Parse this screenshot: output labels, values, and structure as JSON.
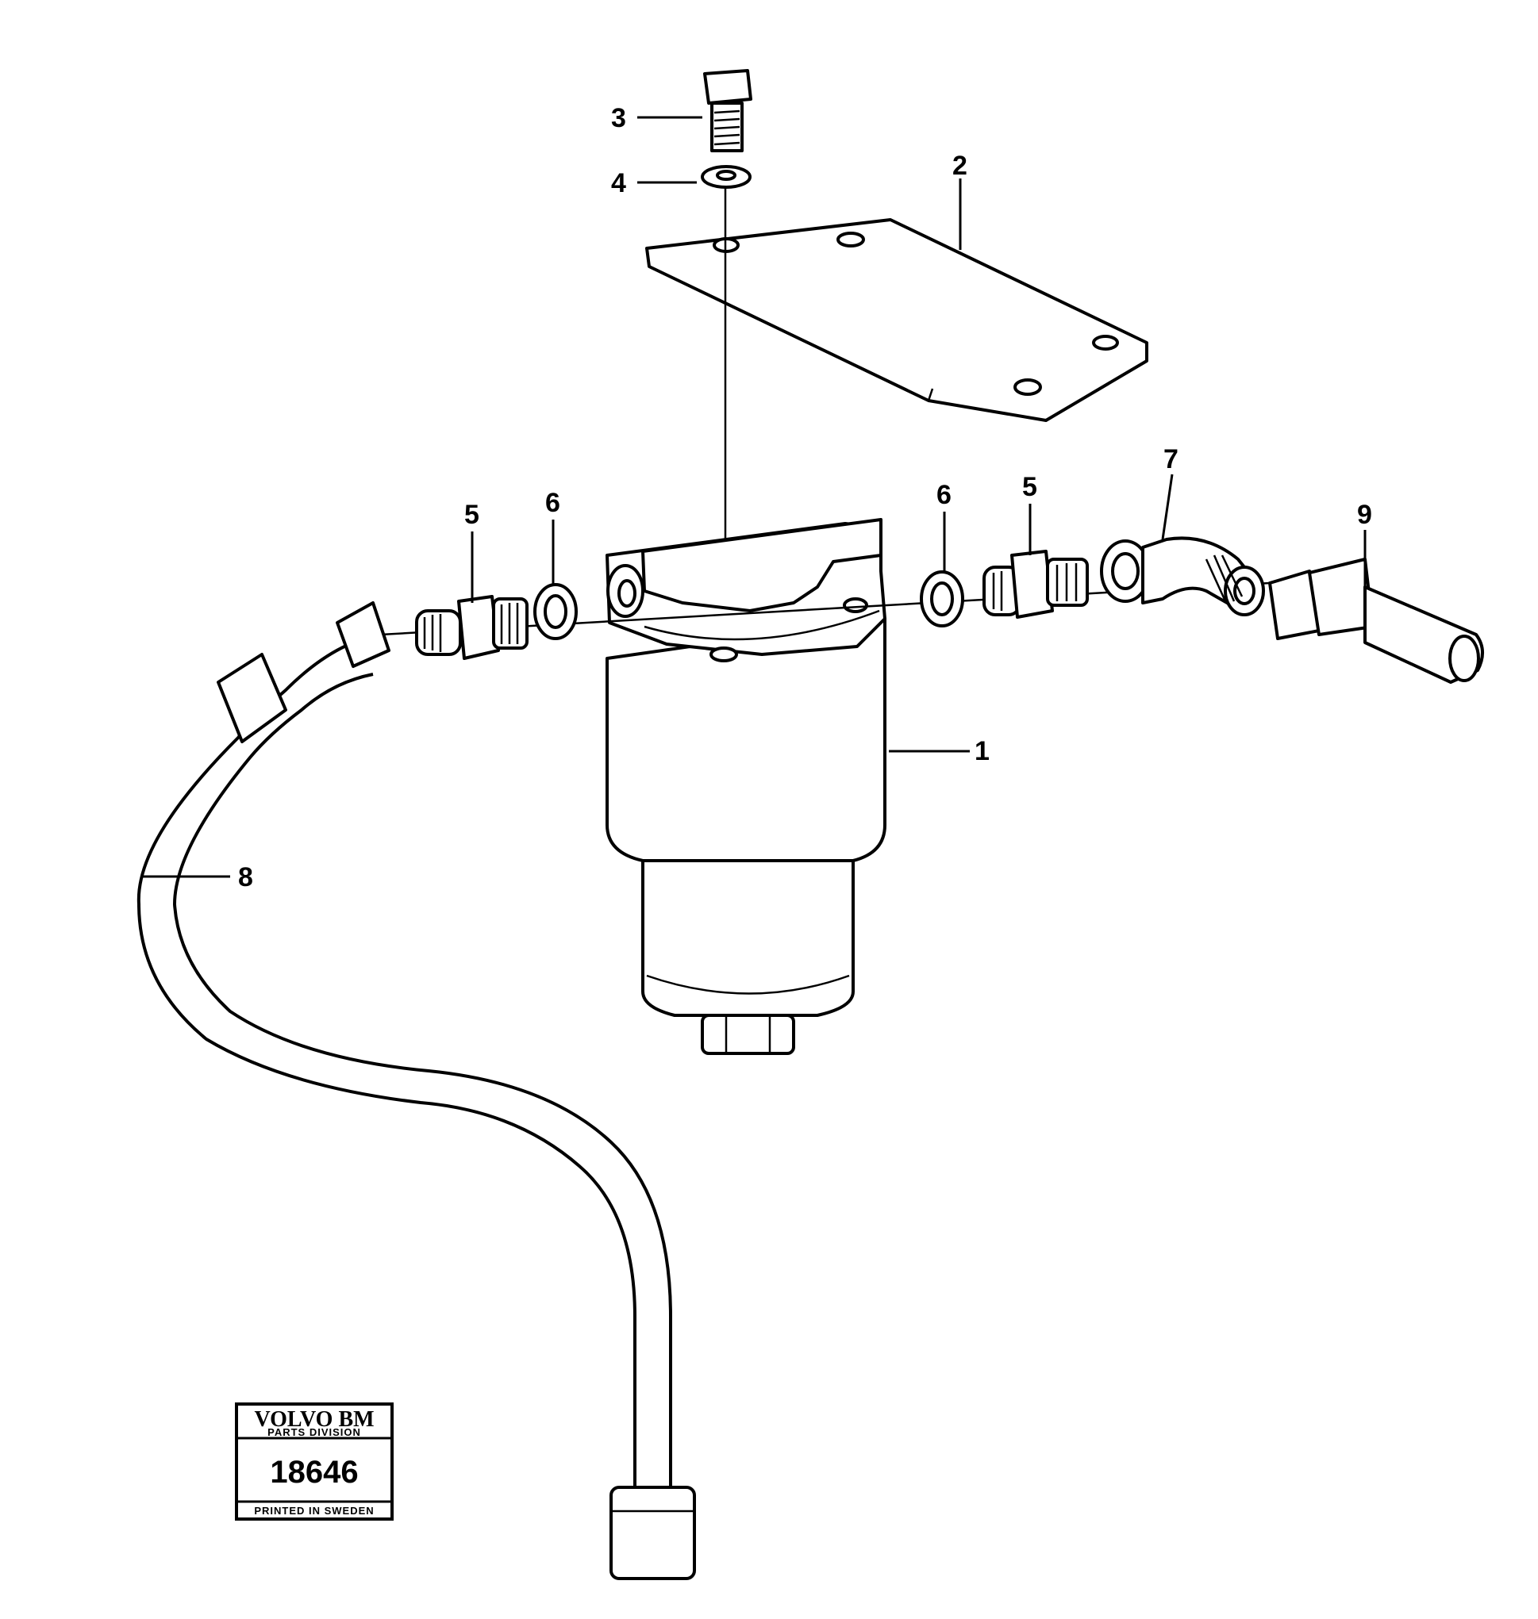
{
  "callouts": {
    "c1": "1",
    "c2": "2",
    "c3": "3",
    "c4": "4",
    "c5a": "5",
    "c5b": "5",
    "c6a": "6",
    "c6b": "6",
    "c7": "7",
    "c8": "8",
    "c9": "9"
  },
  "stamp": {
    "brand": "VOLVO BM",
    "division": "PARTS DIVISION",
    "number": "18646",
    "footer": "PRINTED IN SWEDEN"
  }
}
